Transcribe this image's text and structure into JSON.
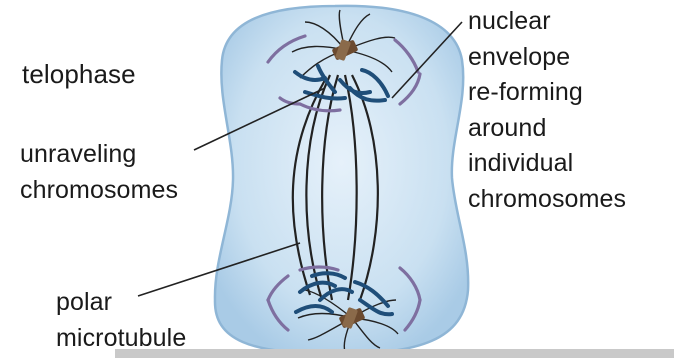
{
  "title": "telophase",
  "labels": {
    "nuclear_envelope": "nuclear\nenvelope\nre-forming\naround\nindividual\nchromosomes",
    "unraveling": "unraveling\nchromosomes",
    "polar": "polar\nmicrotubule"
  },
  "colors": {
    "cell_fill": "#c6dff0",
    "cell_stroke": "#8fb6d6",
    "chromosome": "#1f4e79",
    "envelope": "#7e6fa0",
    "microtubule": "#222222",
    "centrosome": "#6b4a2f"
  }
}
